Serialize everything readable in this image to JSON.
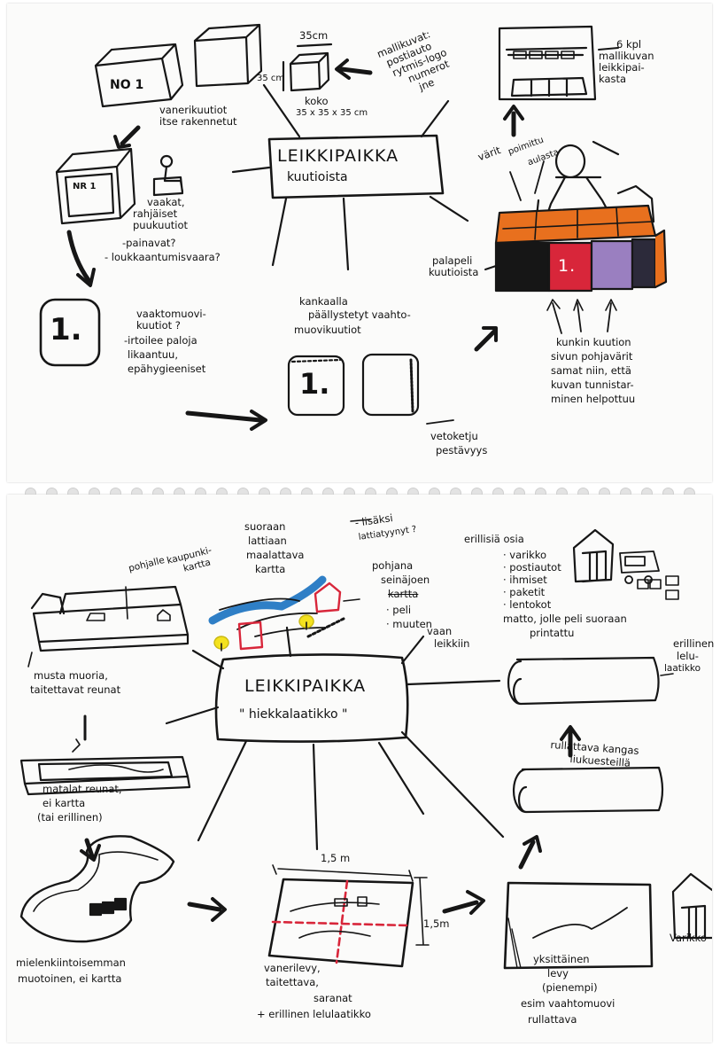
{
  "sheet1": {
    "center": {
      "title": "LEIKKIPAIKKA",
      "subtitle": "kuutioista"
    },
    "vaneri": {
      "label": "NO 1",
      "caption1": "vanerikuutiot",
      "caption2": "itse rakennetut"
    },
    "size": {
      "top": "35cm",
      "side": "35 cm",
      "caption1": "koko",
      "caption2": "35 x 35 x 35 cm"
    },
    "mallikuvat": {
      "l1": "mallikuvat:",
      "l2": "postiauto",
      "l3": "rytmis-logo",
      "l4": "numerot",
      "l5": "jne"
    },
    "kehys": {
      "l1": "6 kpl",
      "l2": "mallikuvan",
      "l3": "leikkipai-",
      "l4": "kasta"
    },
    "puu": {
      "label": "NR 1",
      "l1": "vaakat,",
      "l2": "rahjäiset",
      "l3": "puukuutiot",
      "l4": "-painavat?",
      "l5": "- loukkaantumisvaara?"
    },
    "pelaaja": {
      "varit": "värit",
      "poimittu": "poimittu",
      "aulasta": "aulasta"
    },
    "palapeli": {
      "l1": "palapeli",
      "l2": "kuutioista",
      "tile": "1."
    },
    "vaahto": {
      "glyph": "1.",
      "l1": "vaaktomuovi-",
      "l2": "kuutiot ?",
      "l3": "-irtoilee paloja",
      "l4": "likaantuu,",
      "l5": "epähygieeniset"
    },
    "kangas": {
      "l1": "kankaalla",
      "l2": "päällystetyt vaahto-",
      "l3": "muovikuutiot",
      "glyph": "1."
    },
    "vetoketju": {
      "l1": "vetoketju",
      "l2": "pestävyys"
    },
    "pohjavari": {
      "l1": "kunkin kuution",
      "l2": "sivun pohjavärit",
      "l3": "samat niin, että",
      "l4": "kuvan tunnistar-",
      "l5": "minen helpottuu"
    }
  },
  "sheet2": {
    "center": {
      "title": "LEIKKIPAIKKA",
      "subtitle": "\" hiekkalaatikko \""
    },
    "suoraan": {
      "l1": "suoraan",
      "l2": "lattiaan",
      "l3": "maalattava",
      "l4": "kartta"
    },
    "lisaksi": {
      "l1": "- lisäksi",
      "l2": "lattiatyynyt ?"
    },
    "pohjalle": {
      "l1": "pohjalle",
      "l2": "kaupunki-",
      "l3": "kartta"
    },
    "seina": {
      "l1": "pohjana",
      "l2": "seinäjoen",
      "l3": "kartta",
      "l4": "· peli",
      "l5": "· muuten",
      "l6": "vaan",
      "l7": "leikkiin"
    },
    "erilliset": {
      "l1": "erillisiä osia",
      "l2": "· varikko",
      "l3": "· postiautot",
      "l4": "· ihmiset",
      "l5": "· paketit",
      "l6": "· lentokot",
      "l7": "matto, jolle peli suoraan",
      "l8": "printattu"
    },
    "musta": {
      "l1": "musta muoria,",
      "l2": "taitettavat reunat"
    },
    "lelu": {
      "l1": "erillinen",
      "l2": "lelu-",
      "l3": "laatikko"
    },
    "matalat": {
      "l1": "matalat reunat,",
      "l2": "ei kartta",
      "l3": "(tai erillinen)"
    },
    "rullattava": {
      "l1": "rullattava kangas",
      "l2": "liukuesteillä"
    },
    "mielen": {
      "l1": "mielenkiintoisemman",
      "l2": "muotoinen, ei kartta"
    },
    "vaneri": {
      "dim_top": "1,5 m",
      "dim_side": "1,5m",
      "l1": "vanerilevy,",
      "l2": "taitettava,",
      "l3": "saranat",
      "l4": "+ erillinen lelulaatikko"
    },
    "yksi": {
      "l1": "yksittäinen",
      "l2": "levy",
      "l3": "(pienempi)",
      "l4": "esim vaahtomuovi",
      "l5": "rullattava"
    },
    "varikko": {
      "label": "Varikko"
    }
  },
  "colors": {
    "ink": "#161616",
    "orange": "#e8701e",
    "red": "#d8263a",
    "purple": "#9a7fc0",
    "blue": "#2f7fc6",
    "yellow": "#f4e21e",
    "paper": "#fbfbfa"
  }
}
